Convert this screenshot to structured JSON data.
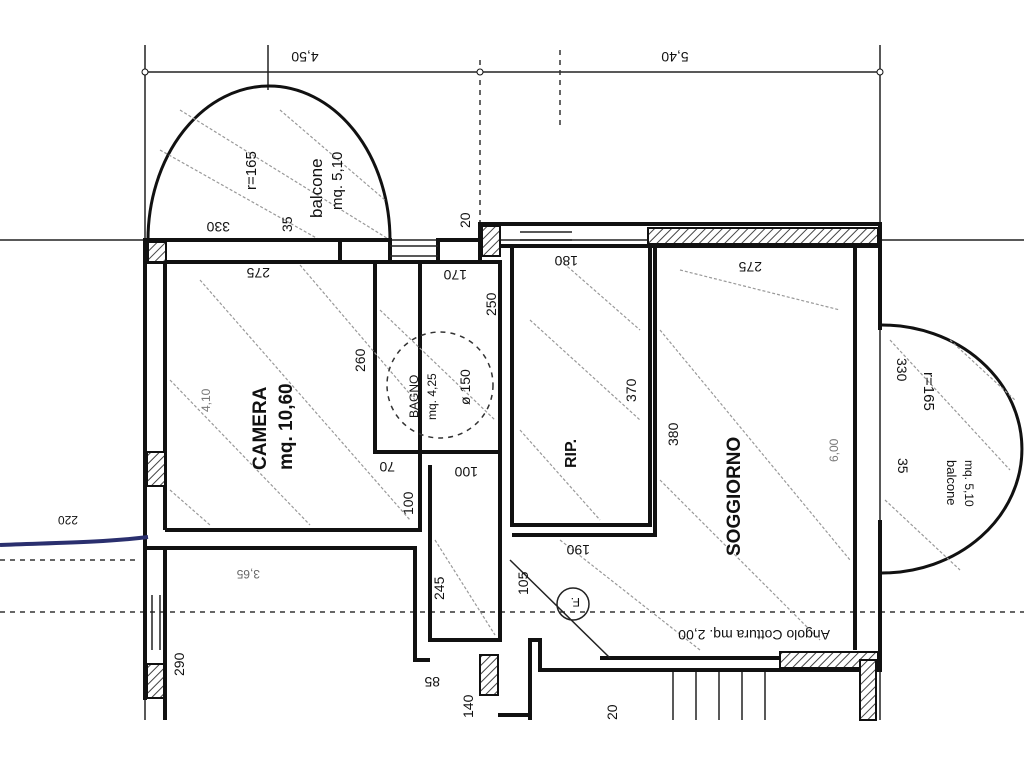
{
  "dimensions_top": {
    "left": "4,50",
    "right": "5,40"
  },
  "balcony_top": {
    "radius": "r=165",
    "name": "balcone",
    "area": "mq. 5,10",
    "width": "330",
    "depth": "35",
    "wall": "20"
  },
  "balcony_right": {
    "radius": "r=165",
    "name": "balcone",
    "area": "mq. 5,10",
    "width": "330",
    "depth": "35"
  },
  "camera": {
    "name": "CAMERA",
    "area": "mq. 10,60",
    "width": "275",
    "depth": "260",
    "height": "4,10",
    "door": "70",
    "door2": "100"
  },
  "bagno": {
    "name": "BAGNO",
    "area": "mq. 4,25",
    "circle": "ø 150",
    "width": "170",
    "depth": "250",
    "door": "100"
  },
  "ripostiglio": {
    "name": "RIP.",
    "width": "180",
    "depth": "370"
  },
  "soggiorno": {
    "name": "SOGGIORNO",
    "width": "275",
    "depth": "380",
    "height": "6,00",
    "bottom": "190"
  },
  "angolo_cottura": {
    "label": "Angolo Cottura mq. 2,00",
    "symbol": "F."
  },
  "corridor": {
    "length": "245",
    "width": "105"
  },
  "other_dims": {
    "left_arrow": "220",
    "hall": "3,65",
    "stair_left": "290",
    "entry": "85",
    "entry_depth": "140",
    "step": "20"
  }
}
